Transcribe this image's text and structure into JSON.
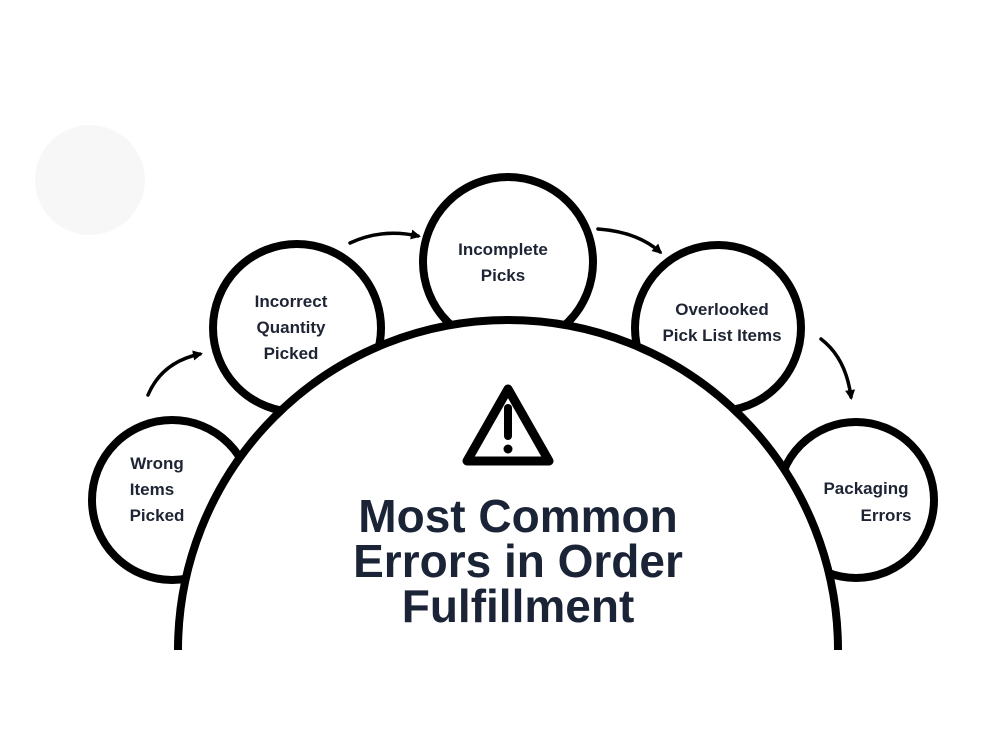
{
  "title": {
    "lines": [
      "Most Common",
      "Errors in Order",
      "Fulfillment"
    ]
  },
  "nodes": [
    {
      "id": "wrong-items-picked",
      "lines": [
        "Wrong",
        "Items",
        "Picked"
      ]
    },
    {
      "id": "incorrect-quantity-picked",
      "lines": [
        "Incorrect",
        "Quantity",
        "Picked"
      ]
    },
    {
      "id": "incomplete-picks",
      "lines": [
        "Incomplete",
        "Picks"
      ]
    },
    {
      "id": "overlooked-pick-list-items",
      "lines": [
        "Overlooked",
        "Pick List Items"
      ]
    },
    {
      "id": "packaging-errors",
      "lines": [
        "Packaging",
        "Errors"
      ]
    }
  ],
  "icons": {
    "center": "warning-triangle-icon",
    "connectors": "curved-arrow-icon"
  },
  "colors": {
    "stroke": "#000000",
    "text": "#1b2436",
    "background": "#ffffff"
  }
}
